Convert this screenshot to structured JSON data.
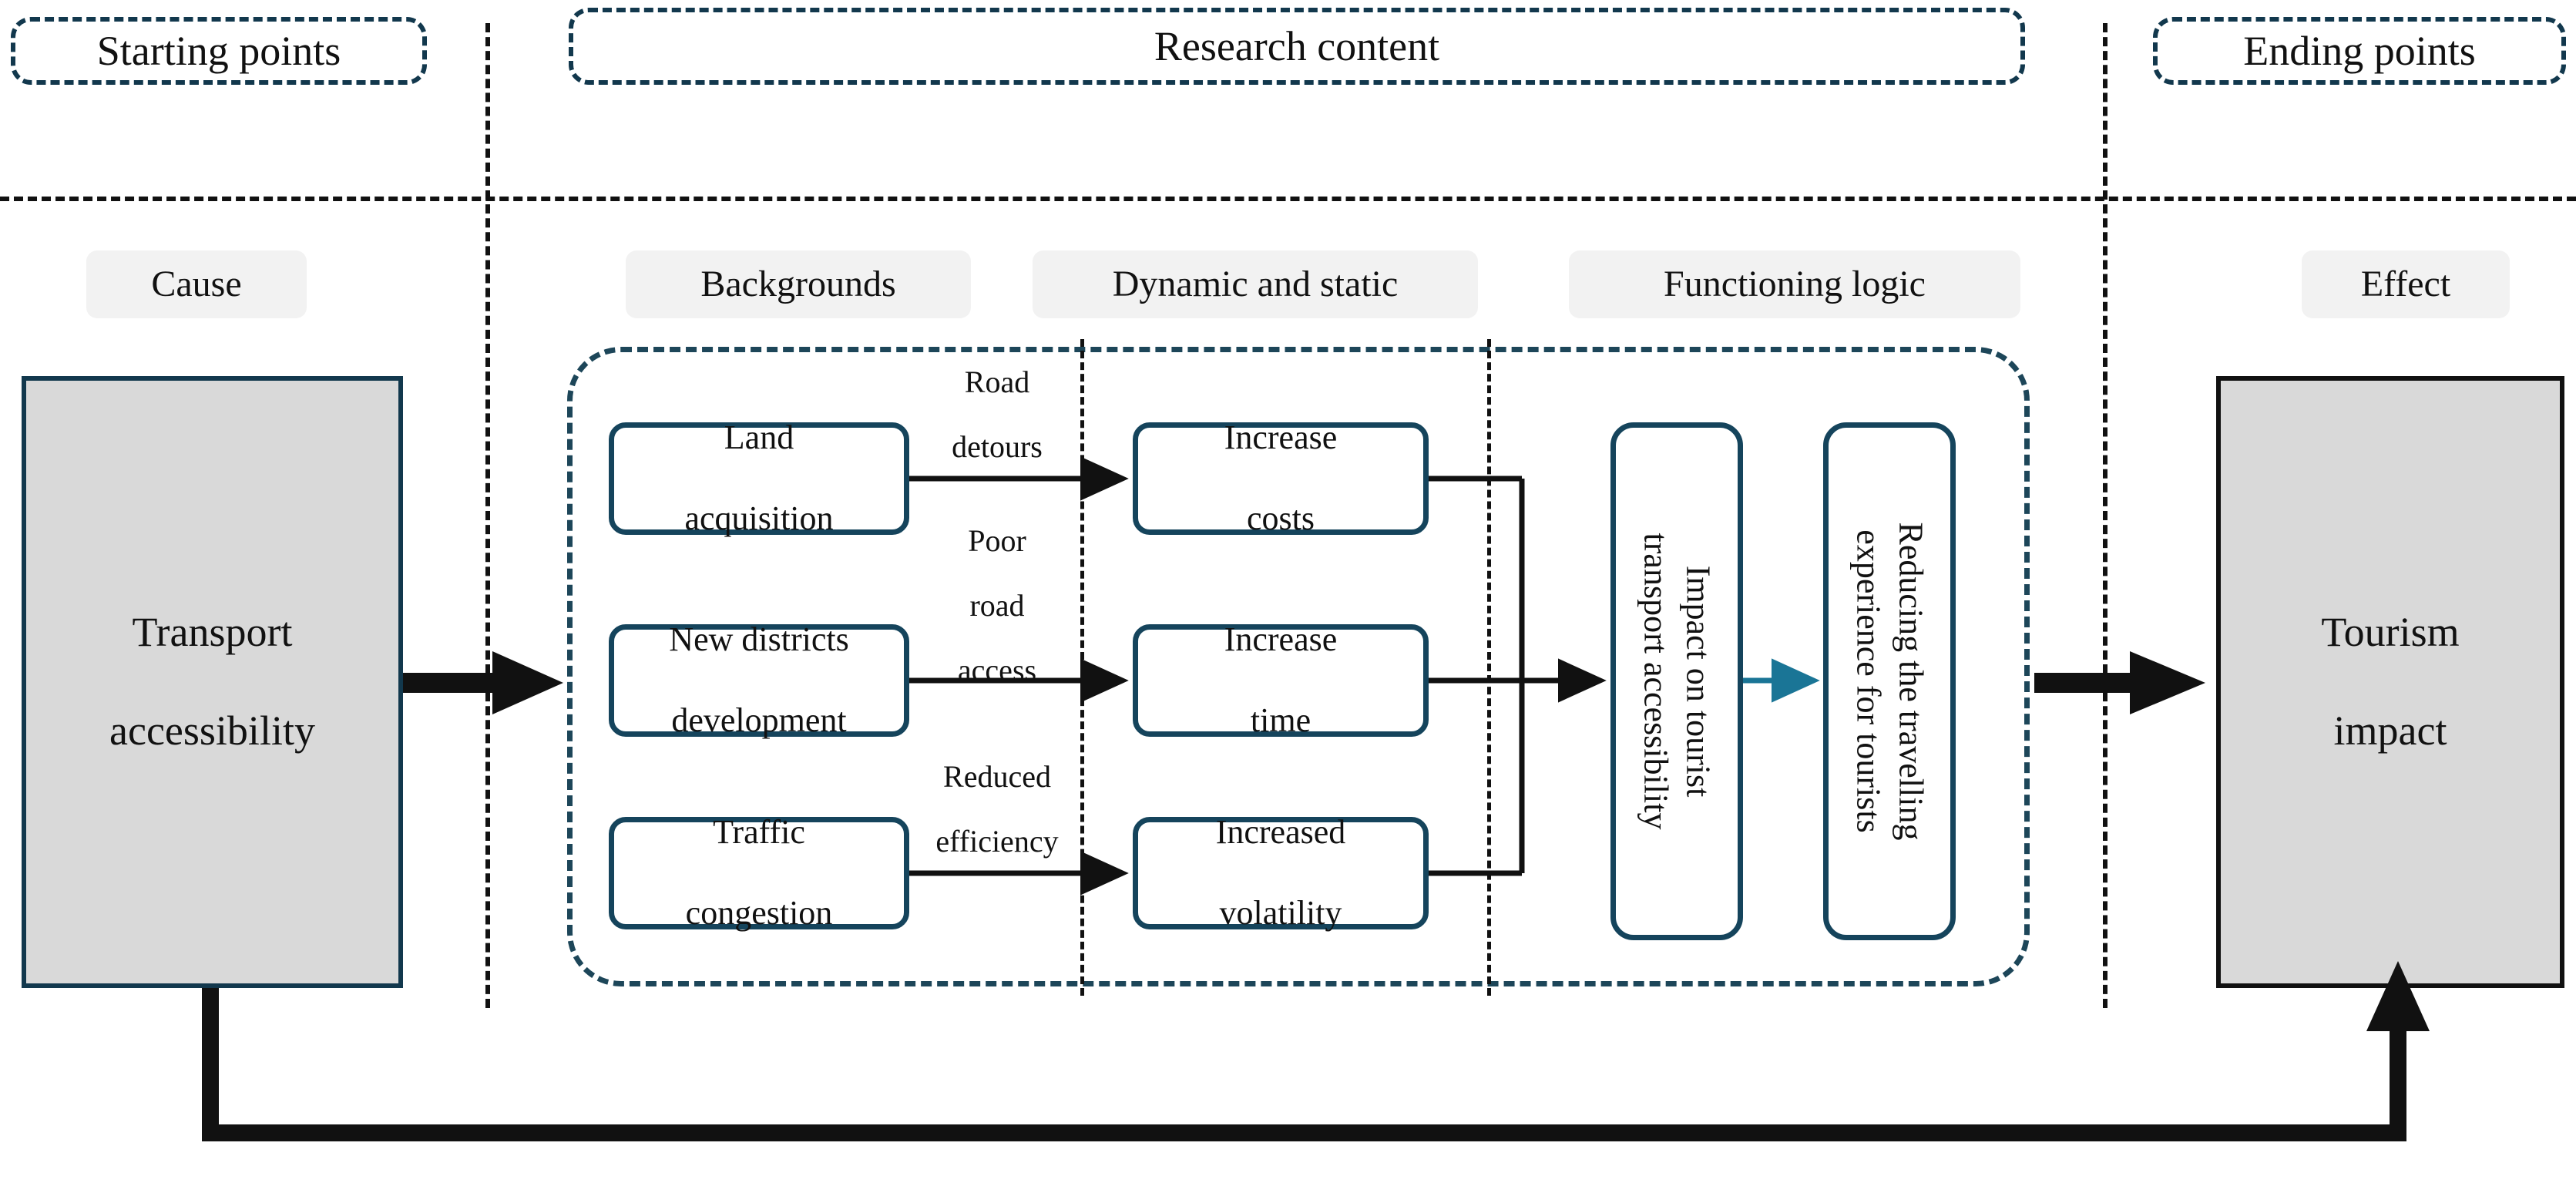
{
  "header": {
    "bands": [
      {
        "key": "starting",
        "label": "Starting points"
      },
      {
        "key": "research",
        "label": "Research content"
      },
      {
        "key": "ending",
        "label": "Ending points"
      }
    ]
  },
  "categories": [
    {
      "key": "cause",
      "label": "Cause"
    },
    {
      "key": "backgrounds",
      "label": "Backgrounds"
    },
    {
      "key": "dynamic",
      "label": "Dynamic and static"
    },
    {
      "key": "logic",
      "label": "Functioning logic"
    },
    {
      "key": "effect",
      "label": "Effect"
    }
  ],
  "endpoints": {
    "cause_box": {
      "line1": "Transport",
      "line2": "accessibility"
    },
    "effect_box": {
      "line1": "Tourism",
      "line2": "impact"
    }
  },
  "background_nodes": [
    {
      "key": "land",
      "line1": "Land",
      "line2": "acquisition"
    },
    {
      "key": "newdist",
      "line1": "New districts",
      "line2": "development"
    },
    {
      "key": "traffic",
      "line1": "Traffic",
      "line2": "congestion"
    }
  ],
  "edge_labels": [
    {
      "key": "road-detours",
      "line1": "Road",
      "line2": "detours",
      "line3": ""
    },
    {
      "key": "poor-road-access",
      "line1": "Poor",
      "line2": "road",
      "line3": "access"
    },
    {
      "key": "reduced-efficiency",
      "line1": "Reduced",
      "line2": "efficiency",
      "line3": ""
    }
  ],
  "dynamic_nodes": [
    {
      "key": "costs",
      "line1": "Increase",
      "line2": "costs"
    },
    {
      "key": "time",
      "line1": "Increase",
      "line2": "time"
    },
    {
      "key": "volatility",
      "line1": "Increased",
      "line2": "volatility"
    }
  ],
  "logic_nodes": [
    {
      "key": "impact-accessibility",
      "line1": "Impact on tourist",
      "line2": "transport accessibility"
    },
    {
      "key": "reducing-experience",
      "line1": "Reducing the travelling",
      "line2": "experience for tourists"
    }
  ],
  "colors": {
    "navy": "#12384d",
    "node_border": "#15445c",
    "teal_arrow": "#1a7596",
    "grey_fill": "#d9d9d9",
    "pill_fill": "#f2f2f2",
    "black": "#111111"
  }
}
